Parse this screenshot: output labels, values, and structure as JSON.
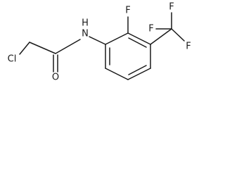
{
  "structure": {
    "atom_labels": {
      "chlorine": "Cl",
      "oxygen": "O",
      "amide_nitrogen": "N",
      "amide_hydrogen": "H",
      "ring_fluorine": "F",
      "cf3_fluorine_top": "F",
      "cf3_fluorine_left": "F",
      "cf3_fluorine_right": "F"
    },
    "colors": {
      "bond": "#1a1a1a",
      "label": "#1a1a1a",
      "background": "#ffffff"
    }
  }
}
